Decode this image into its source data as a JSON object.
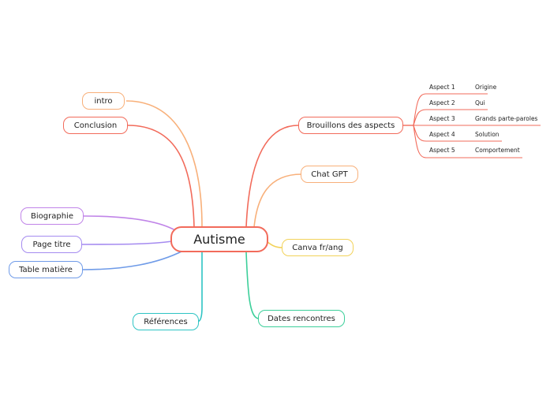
{
  "central_topic": "Autisme",
  "topics": {
    "intro": "intro",
    "conclusion": "Conclusion",
    "biographie": "Biographie",
    "page_titre": "Page titre",
    "table_matiere": "Table matière",
    "references": "Références",
    "brouillons": "Brouillons des aspects",
    "chat_gpt": "Chat GPT",
    "canva": "Canva fr/ang",
    "dates": "Dates rencontres"
  },
  "aspects": [
    {
      "label": "Aspect 1",
      "value": "Origine"
    },
    {
      "label": "Aspect 2",
      "value": "Qui"
    },
    {
      "label": "Aspect 3",
      "value": "Grands parte-paroles"
    },
    {
      "label": "Aspect 4",
      "value": "Solution"
    },
    {
      "label": "Aspect 5",
      "value": "Comportement"
    }
  ],
  "colors": {
    "center": "#f26b5b",
    "intro": "#f8b07a",
    "conclusion": "#f26b5b",
    "biographie": "#c084e8",
    "page_titre": "#a58bf0",
    "table_matiere": "#6f9be8",
    "references": "#2ec4c4",
    "brouillons": "#f26b5b",
    "chat_gpt": "#f8b07a",
    "canva": "#f2d25a",
    "dates": "#3ccf9a"
  }
}
